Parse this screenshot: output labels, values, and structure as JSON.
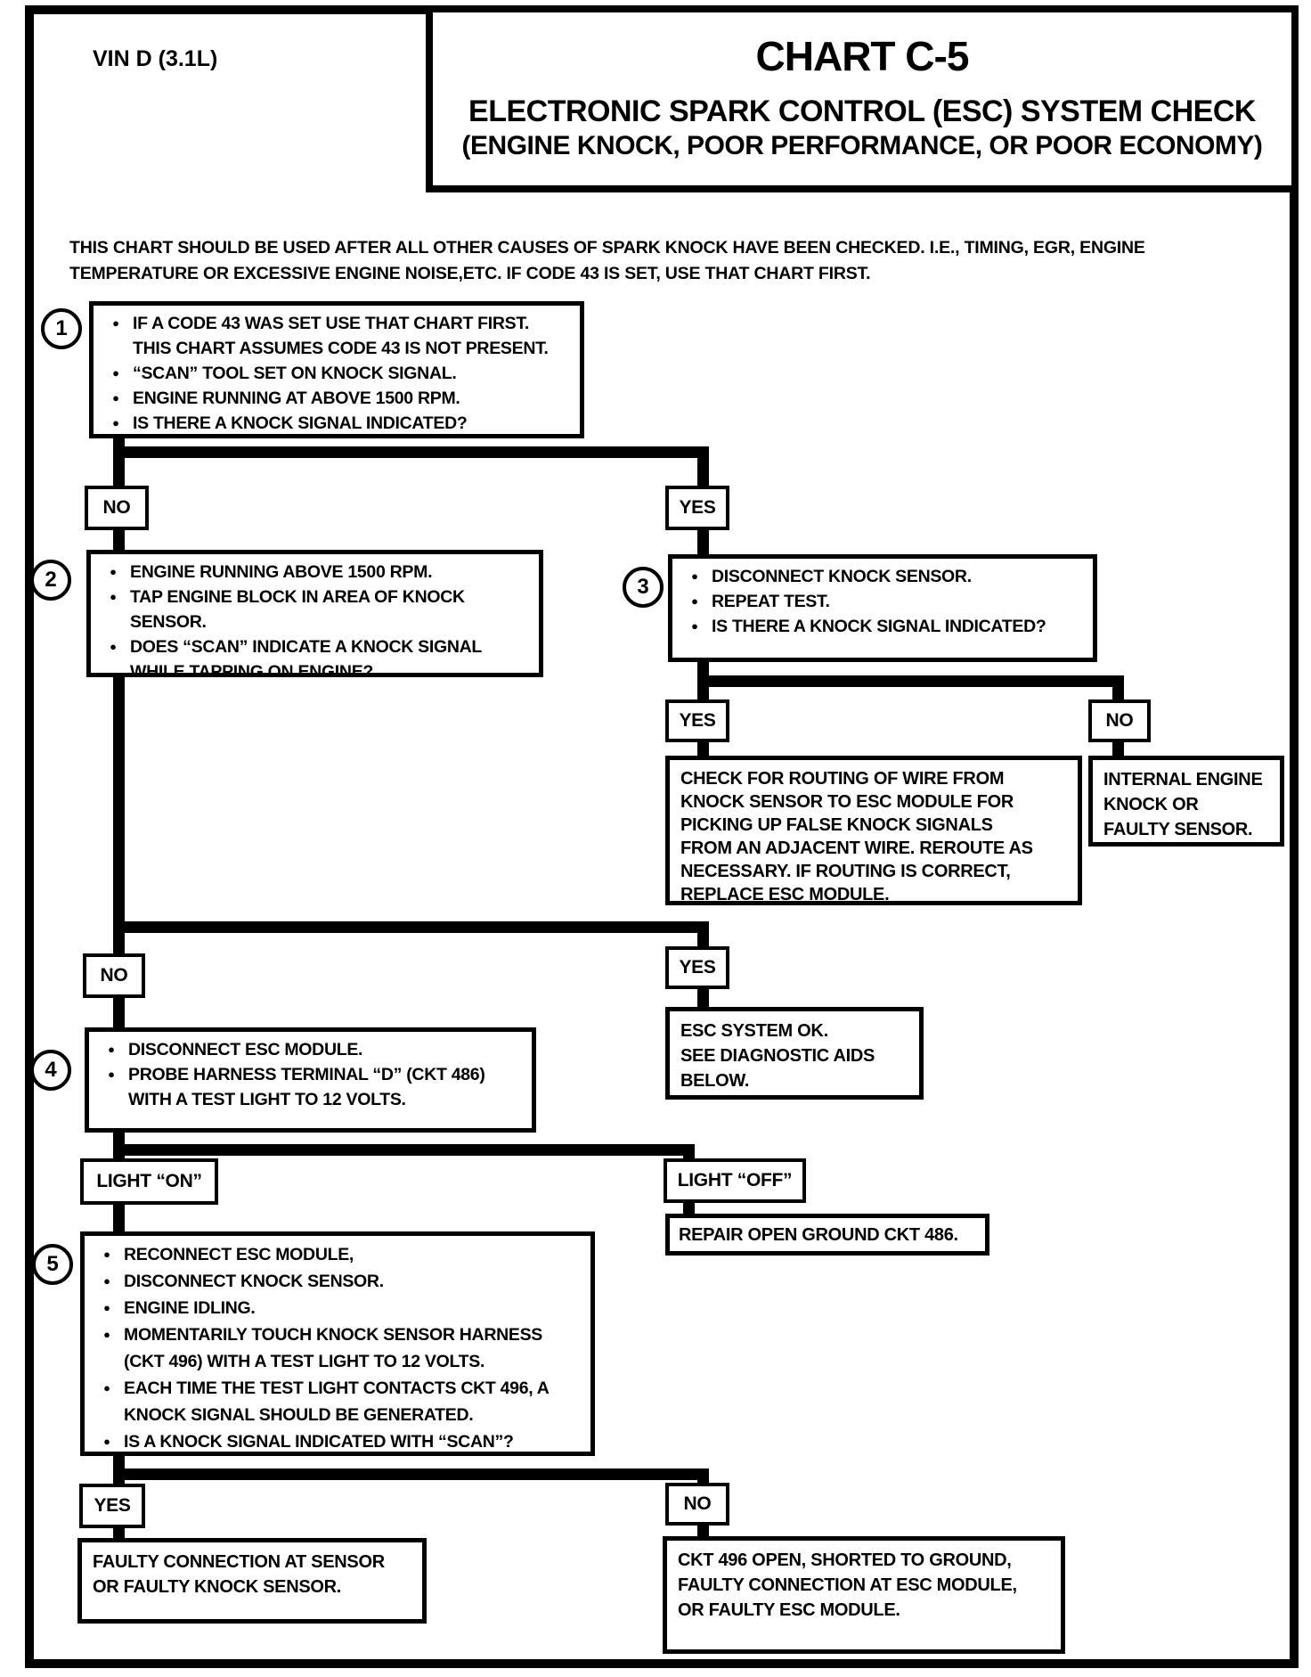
{
  "header": {
    "vin": "VIN D (3.1L)",
    "chart_title": "CHART C-5",
    "chart_subtitle": "ELECTRONIC SPARK CONTROL (ESC) SYSTEM CHECK",
    "chart_subtitle2": "(ENGINE KNOCK, POOR PERFORMANCE, OR POOR ECONOMY)"
  },
  "intro_lines": [
    "THIS CHART SHOULD BE USED AFTER ALL OTHER CAUSES OF SPARK KNOCK HAVE BEEN CHECKED.  I.E., TIMING, EGR, ENGINE",
    "TEMPERATURE OR EXCESSIVE ENGINE NOISE,ETC.  IF CODE 43 IS SET, USE THAT CHART FIRST."
  ],
  "steps": {
    "step1": {
      "number": "1",
      "bullets": [
        "IF A CODE 43 WAS SET USE THAT CHART FIRST.\nTHIS CHART ASSUMES CODE 43 IS NOT PRESENT.",
        "“SCAN” TOOL SET ON KNOCK SIGNAL.",
        "ENGINE RUNNING AT ABOVE 1500 RPM.",
        "IS THERE A KNOCK SIGNAL INDICATED?"
      ]
    },
    "step2": {
      "number": "2",
      "bullets": [
        "ENGINE RUNNING ABOVE 1500 RPM.",
        "TAP ENGINE BLOCK IN AREA OF KNOCK SENSOR.",
        "DOES “SCAN” INDICATE A KNOCK SIGNAL\nWHILE TAPPING ON ENGINE?"
      ]
    },
    "step3": {
      "number": "3",
      "bullets": [
        "DISCONNECT KNOCK SENSOR.",
        "REPEAT TEST.",
        "IS THERE A KNOCK SIGNAL INDICATED?"
      ]
    },
    "step4": {
      "number": "4",
      "bullets": [
        "DISCONNECT ESC MODULE.",
        "PROBE HARNESS TERMINAL “D” (CKT 486)\nWITH A TEST LIGHT TO 12 VOLTS."
      ]
    },
    "step5": {
      "number": "5",
      "bullets": [
        "RECONNECT ESC MODULE,",
        "DISCONNECT KNOCK SENSOR.",
        "ENGINE IDLING.",
        "MOMENTARILY TOUCH KNOCK SENSOR HARNESS\n(CKT 496) WITH A TEST LIGHT TO 12 VOLTS.",
        "EACH TIME THE TEST LIGHT CONTACTS CKT 496, A\nKNOCK SIGNAL SHOULD BE GENERATED.",
        "IS A KNOCK SIGNAL INDICATED WITH “SCAN”?"
      ]
    }
  },
  "decisions": {
    "d1_no": "NO",
    "d1_yes": "YES",
    "d3_yes": "YES",
    "d3_no": "NO",
    "d2_no": "NO",
    "d2_yes": "YES",
    "light_on": "LIGHT “ON”",
    "light_off": "LIGHT “OFF”",
    "d5_yes": "YES",
    "d5_no": "NO"
  },
  "results": {
    "check_routing": {
      "lines": [
        "CHECK FOR ROUTING OF WIRE FROM",
        "KNOCK SENSOR TO ESC MODULE FOR",
        "PICKING UP FALSE KNOCK SIGNALS",
        "FROM AN ADJACENT WIRE.  REROUTE AS",
        "NECESSARY.  IF ROUTING IS CORRECT,",
        "REPLACE ESC MODULE."
      ]
    },
    "internal_knock": {
      "lines": [
        "INTERNAL ENGINE",
        "KNOCK OR",
        "FAULTY SENSOR."
      ]
    },
    "esc_ok": {
      "lines": [
        "ESC SYSTEM OK.",
        "SEE DIAGNOSTIC AIDS",
        "BELOW."
      ]
    },
    "repair_ground": {
      "lines": [
        "REPAIR OPEN GROUND CKT 486."
      ]
    },
    "faulty_sensor": {
      "lines": [
        "FAULTY CONNECTION AT SENSOR",
        "OR FAULTY KNOCK SENSOR."
      ]
    },
    "ckt_496": {
      "lines": [
        "CKT 496 OPEN, SHORTED TO GROUND,",
        "FAULTY CONNECTION AT ESC MODULE,",
        "OR FAULTY ESC MODULE."
      ]
    }
  },
  "colors": {
    "ink": "#000000",
    "paper": "#ffffff"
  }
}
